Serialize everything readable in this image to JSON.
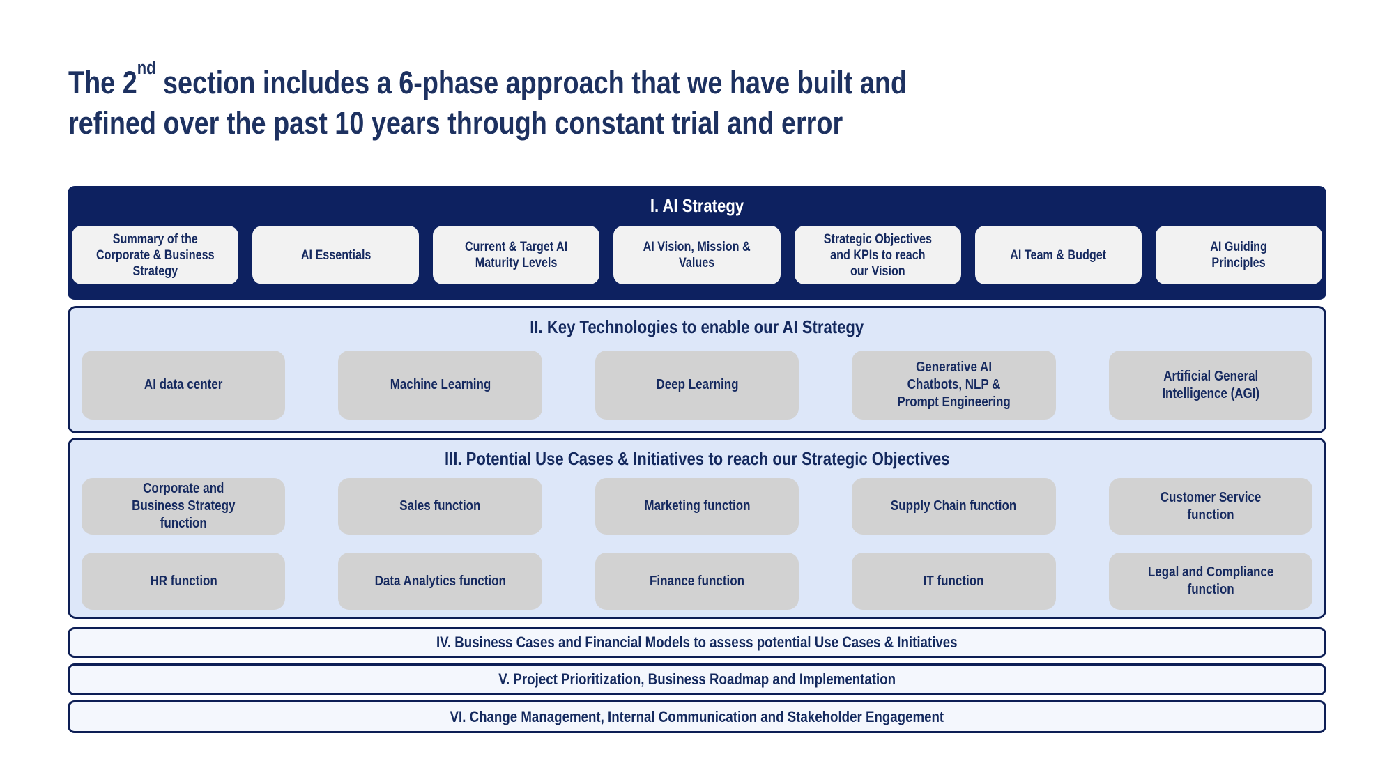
{
  "title": {
    "pre": "The 2",
    "sup": "nd",
    "post": " section includes a 6-phase approach that we have built and\nrefined over the past 10 years through constant trial and error"
  },
  "colors": {
    "navy_band": "#0d2160",
    "navy_border": "#0d1e55",
    "title_text": "#1d3160",
    "box_text": "#15295f",
    "light_blue_panel": "#dde7f9",
    "light_band": "#f4f7fd",
    "white_box": "#f2f2f2",
    "gray_box": "#d2d2d2"
  },
  "sections": {
    "s1": {
      "title": "I. AI Strategy",
      "boxes": [
        "Summary of the\nCorporate & Business\nStrategy",
        "AI Essentials",
        "Current & Target AI\nMaturity Levels",
        "AI Vision, Mission &\nValues",
        "Strategic Objectives\nand KPIs to reach\nour Vision",
        "AI Team & Budget",
        "AI Guiding\nPrinciples"
      ]
    },
    "s2": {
      "title": "II. Key Technologies to enable our AI Strategy",
      "boxes": [
        "AI data center",
        "Machine Learning",
        "Deep Learning",
        "Generative AI\nChatbots, NLP &\nPrompt Engineering",
        "Artificial General\nIntelligence (AGI)"
      ]
    },
    "s3": {
      "title": "III. Potential Use Cases & Initiatives to reach our Strategic Objectives",
      "row1": [
        "Corporate and\nBusiness Strategy\nfunction",
        "Sales function",
        "Marketing function",
        "Supply Chain function",
        "Customer Service\nfunction"
      ],
      "row2": [
        "HR function",
        "Data Analytics function",
        "Finance function",
        "IT function",
        "Legal and Compliance\nfunction"
      ]
    }
  },
  "bands": [
    "IV. Business Cases and Financial Models to assess potential Use Cases & Initiatives",
    "V. Project Prioritization, Business Roadmap and Implementation",
    "VI. Change Management, Internal Communication and Stakeholder Engagement"
  ]
}
